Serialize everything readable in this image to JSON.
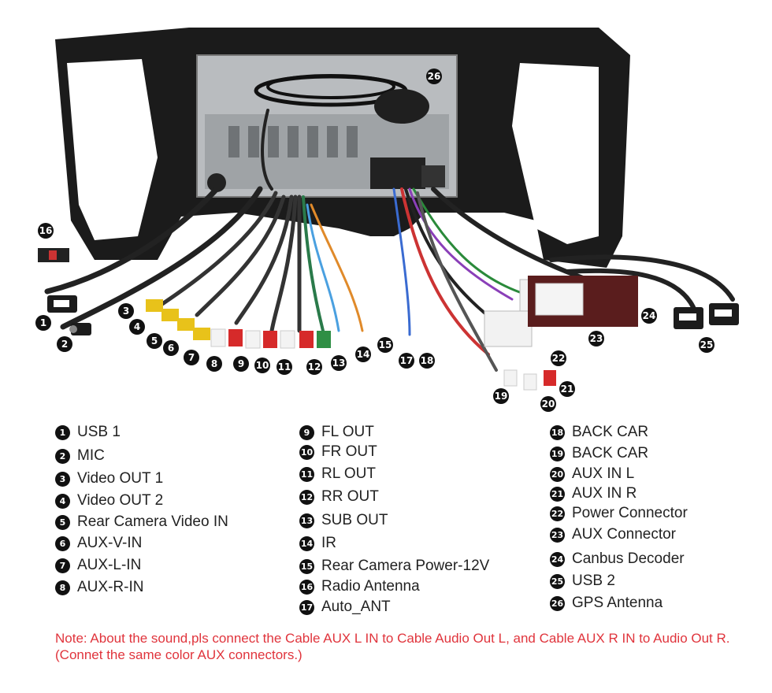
{
  "photo": {
    "callouts": [
      "1",
      "2",
      "3",
      "4",
      "5",
      "6",
      "7",
      "8",
      "9",
      "10",
      "11",
      "12",
      "13",
      "14",
      "15",
      "16",
      "17",
      "18",
      "19",
      "20",
      "21",
      "22",
      "23",
      "24",
      "25",
      "26"
    ]
  },
  "legend": {
    "col1": [
      {
        "num": "1",
        "label": "USB 1"
      },
      {
        "num": "2",
        "label": "MIC"
      },
      {
        "num": "3",
        "label": "Video OUT 1"
      },
      {
        "num": "4",
        "label": "Video OUT 2"
      },
      {
        "num": "5",
        "label": "Rear Camera Video IN"
      },
      {
        "num": "6",
        "label": "AUX-V-IN"
      },
      {
        "num": "7",
        "label": "AUX-L-IN"
      },
      {
        "num": "8",
        "label": "AUX-R-IN"
      }
    ],
    "col2": [
      {
        "num": "9",
        "label": "FL OUT"
      },
      {
        "num": "10",
        "label": "FR OUT"
      },
      {
        "num": "11",
        "label": "RL OUT"
      },
      {
        "num": "12",
        "label": "RR OUT"
      },
      {
        "num": "13",
        "label": "SUB OUT"
      },
      {
        "num": "14",
        "label": "IR"
      },
      {
        "num": "15",
        "label": "Rear Camera Power-12V"
      },
      {
        "num": "16",
        "label": "Radio Antenna"
      },
      {
        "num": "17",
        "label": "Auto_ANT"
      }
    ],
    "col3": [
      {
        "num": "18",
        "label": "BACK CAR"
      },
      {
        "num": "19",
        "label": "BACK CAR"
      },
      {
        "num": "20",
        "label": "AUX IN L"
      },
      {
        "num": "21",
        "label": "AUX IN R"
      },
      {
        "num": "22",
        "label": "Power Connector"
      },
      {
        "num": "23",
        "label": "AUX Connector"
      },
      {
        "num": "24",
        "label": "Canbus Decoder"
      },
      {
        "num": "25",
        "label": "USB 2"
      },
      {
        "num": "26",
        "label": "GPS Antenna"
      }
    ]
  },
  "note": "Note: About the sound,pls connect the Cable AUX L IN to Cable Audio Out L, and Cable AUX R IN to Audio Out R.(Connet the same color AUX connectors.)"
}
